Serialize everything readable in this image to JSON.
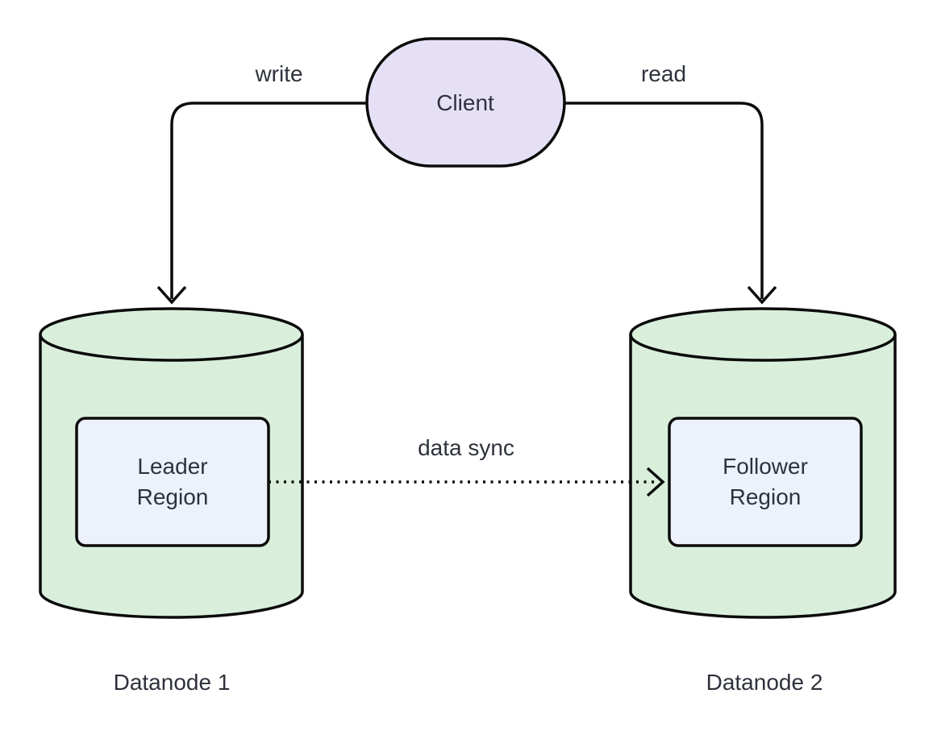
{
  "diagram": {
    "client": {
      "label": "Client"
    },
    "edges": {
      "write": {
        "label": "write",
        "style": "solid"
      },
      "read": {
        "label": "read",
        "style": "solid"
      },
      "sync": {
        "label": "data sync",
        "style": "dotted"
      }
    },
    "datanodes": [
      {
        "caption": "Datanode 1",
        "region_label": "Leader\nRegion",
        "role": "leader"
      },
      {
        "caption": "Datanode 2",
        "region_label": "Follower\nRegion",
        "role": "follower"
      }
    ]
  },
  "colors": {
    "background": "#ffffff",
    "client_fill": "#e6e0f7",
    "cylinder_fill": "#d9efdb",
    "region_fill": "#edf1fb",
    "stroke_color": "#0b0b0b",
    "text_color": "#2e323c"
  }
}
